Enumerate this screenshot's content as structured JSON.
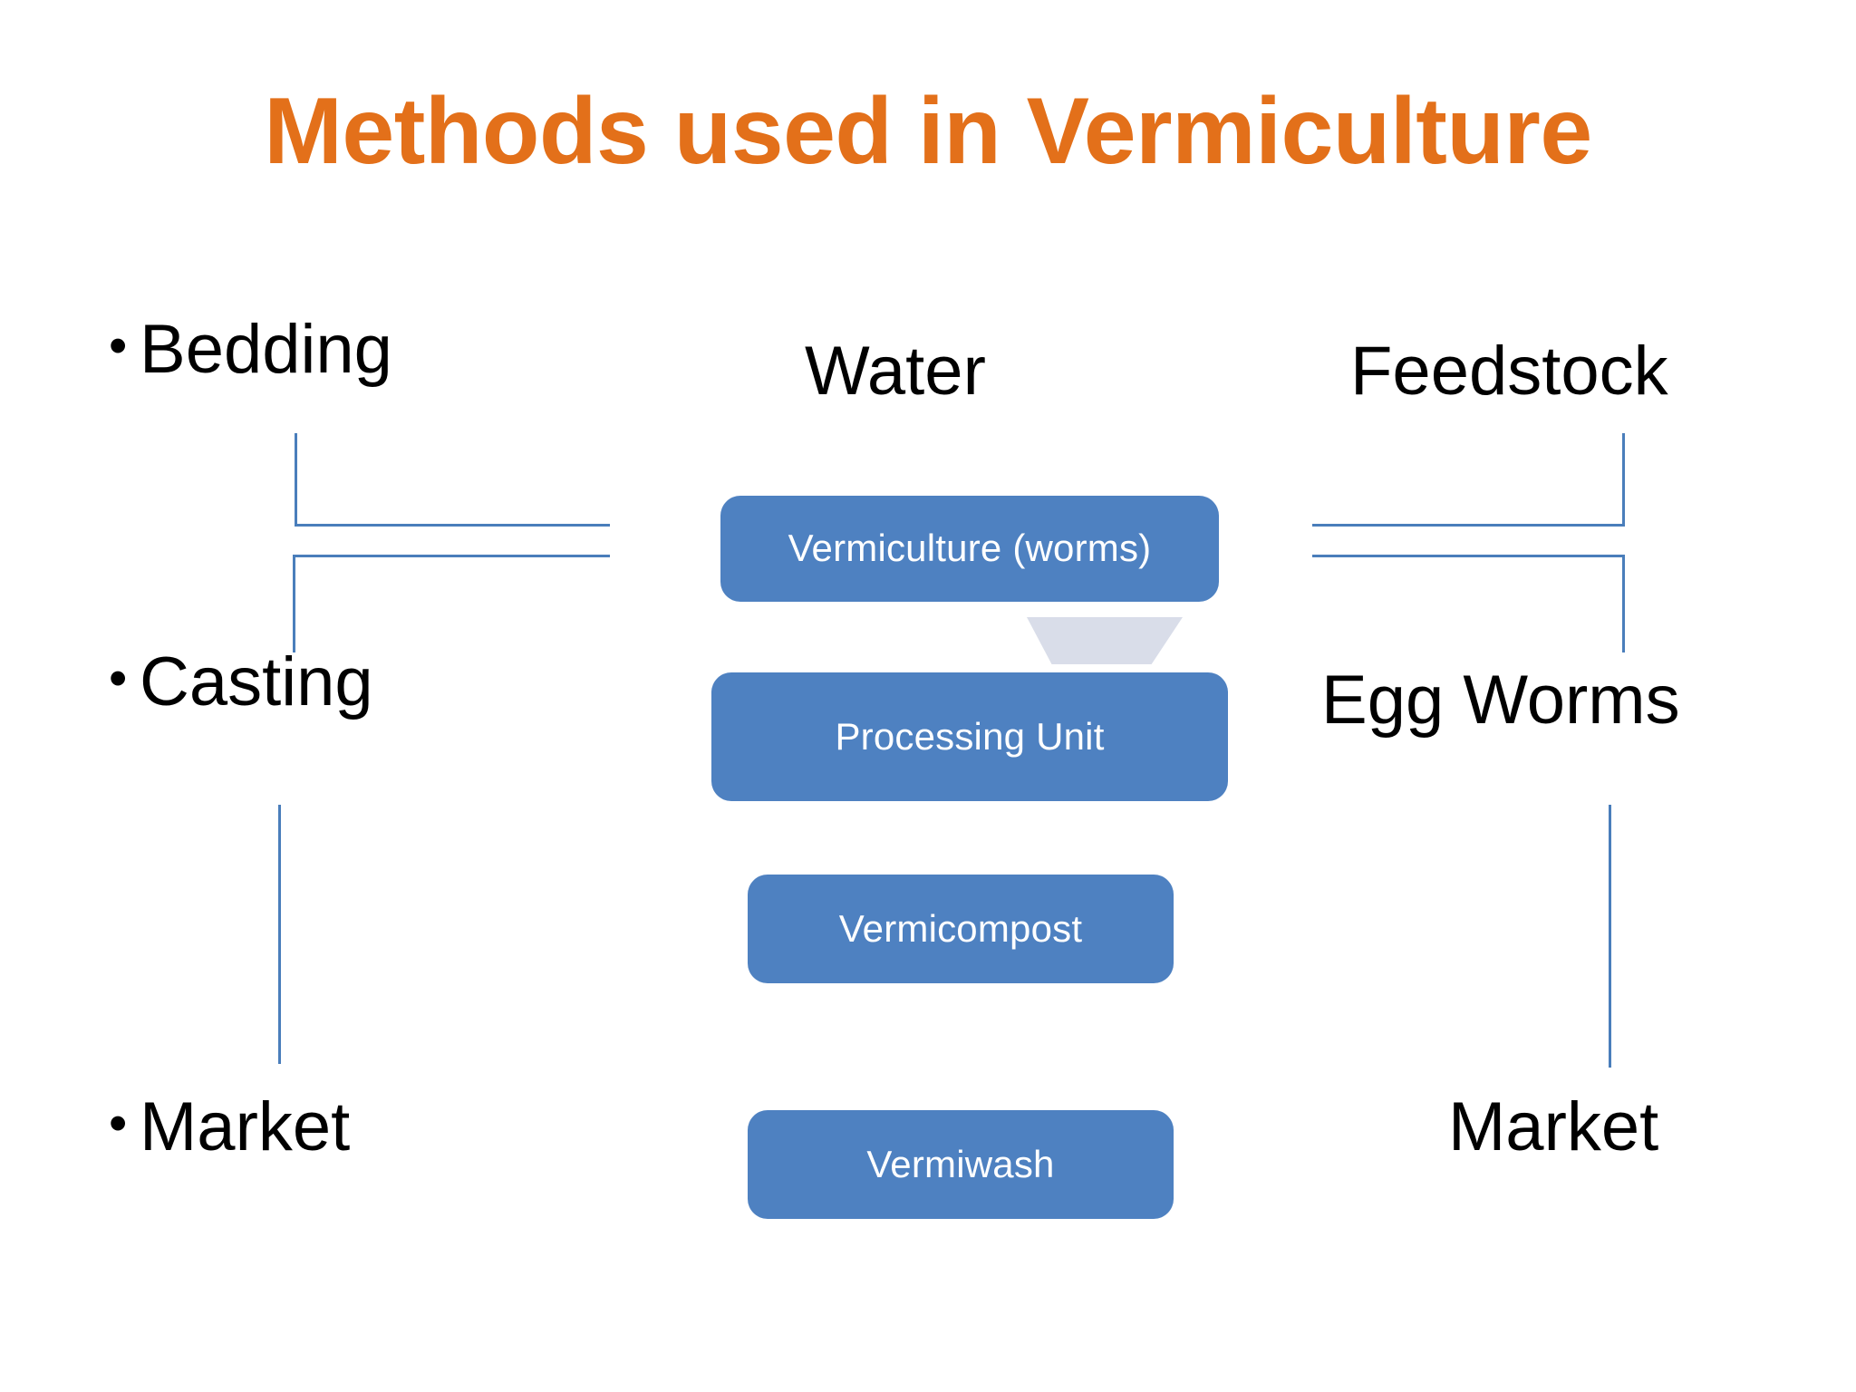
{
  "slide": {
    "title": "Methods used in Vermiculture",
    "background_color": "#FFFFFF",
    "title_color": "#E3701A",
    "box_color": "#4E81C1",
    "box_text_color": "#FFFFFF",
    "connector_color": "#4A7EBB",
    "funnel_color": "#D9DDE9",
    "text_color": "#000000"
  },
  "left_column": {
    "items": [
      {
        "bullet": "•",
        "label": "Bedding"
      },
      {
        "bullet": "•",
        "label": "Casting"
      },
      {
        "bullet": "•",
        "label": "Market"
      }
    ]
  },
  "center_column": {
    "input_label": "Water",
    "boxes": [
      {
        "label": "Vermiculture (worms)"
      },
      {
        "label": "Processing Unit"
      },
      {
        "label": "Vermicompost"
      },
      {
        "label": "Vermiwash"
      }
    ]
  },
  "right_column": {
    "items": [
      {
        "label": "Feedstock"
      },
      {
        "label": "Egg Worms"
      },
      {
        "label": "Market"
      }
    ]
  }
}
